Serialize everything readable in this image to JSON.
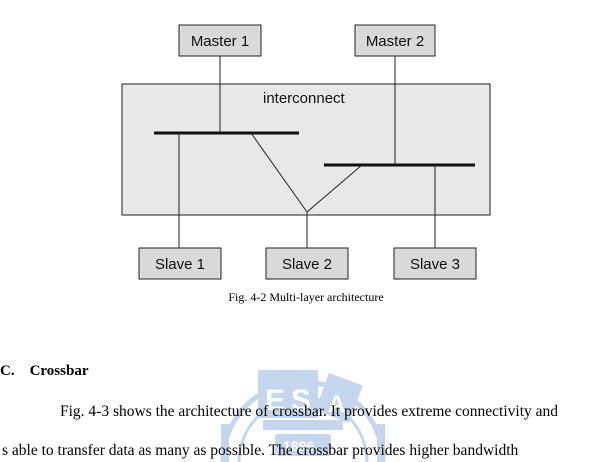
{
  "diagram": {
    "nodes": {
      "master1": "Master 1",
      "master2": "Master 2",
      "interconnect": "interconnect",
      "slave1": "Slave 1",
      "slave2": "Slave 2",
      "slave3": "Slave 3"
    },
    "colors": {
      "box_fill": "#d9d9d9",
      "frame_fill": "#e8e8e8",
      "line": "#222222",
      "watermark": "#9bb5e3"
    }
  },
  "caption": "Fig. 4-2 Multi-layer architecture",
  "section_heading": "C.    Crossbar",
  "paragraph": {
    "line1": "Fig. 4-3 shows the architecture of crossbar. It provides extreme connectivity and",
    "line2": "s able to transfer data as many as possible. The crossbar provides higher bandwidth"
  },
  "watermark": {
    "label": "university-seal-watermark",
    "text": [
      "E",
      "S",
      "A",
      "1896"
    ]
  }
}
